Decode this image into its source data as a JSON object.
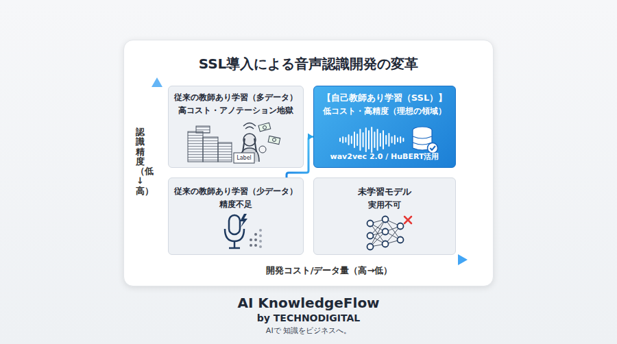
{
  "diagram": {
    "title": "SSL導入による音声認識開発の変革",
    "nodes": [
      {
        "text": [
          "従来の教師あり学習（多データ）",
          "高コスト・アノテーション地獄"
        ]
      },
      {
        "text": [
          "【自己教師あり学習（SSL）】",
          "低コスト・高精度（理想の領域）",
          "wav2vec 2.0 / HuBERT活用"
        ]
      },
      {
        "text": [
          "従来の教師あり学習（少データ）",
          "精度不足"
        ]
      },
      {
        "text": [
          "未学習モデル",
          "実用不可"
        ]
      }
    ],
    "edges": [
      {
        "from": 2,
        "to": 1,
        "arrow": "to"
      }
    ],
    "labels": [
      "認識精度（低↓高）",
      "開発コスト/データ量（高→低）",
      "Label",
      "AI KnowledgeFlow",
      "by TECHNODIGITAL",
      "AIで 知識をビジネスへ。"
    ]
  }
}
